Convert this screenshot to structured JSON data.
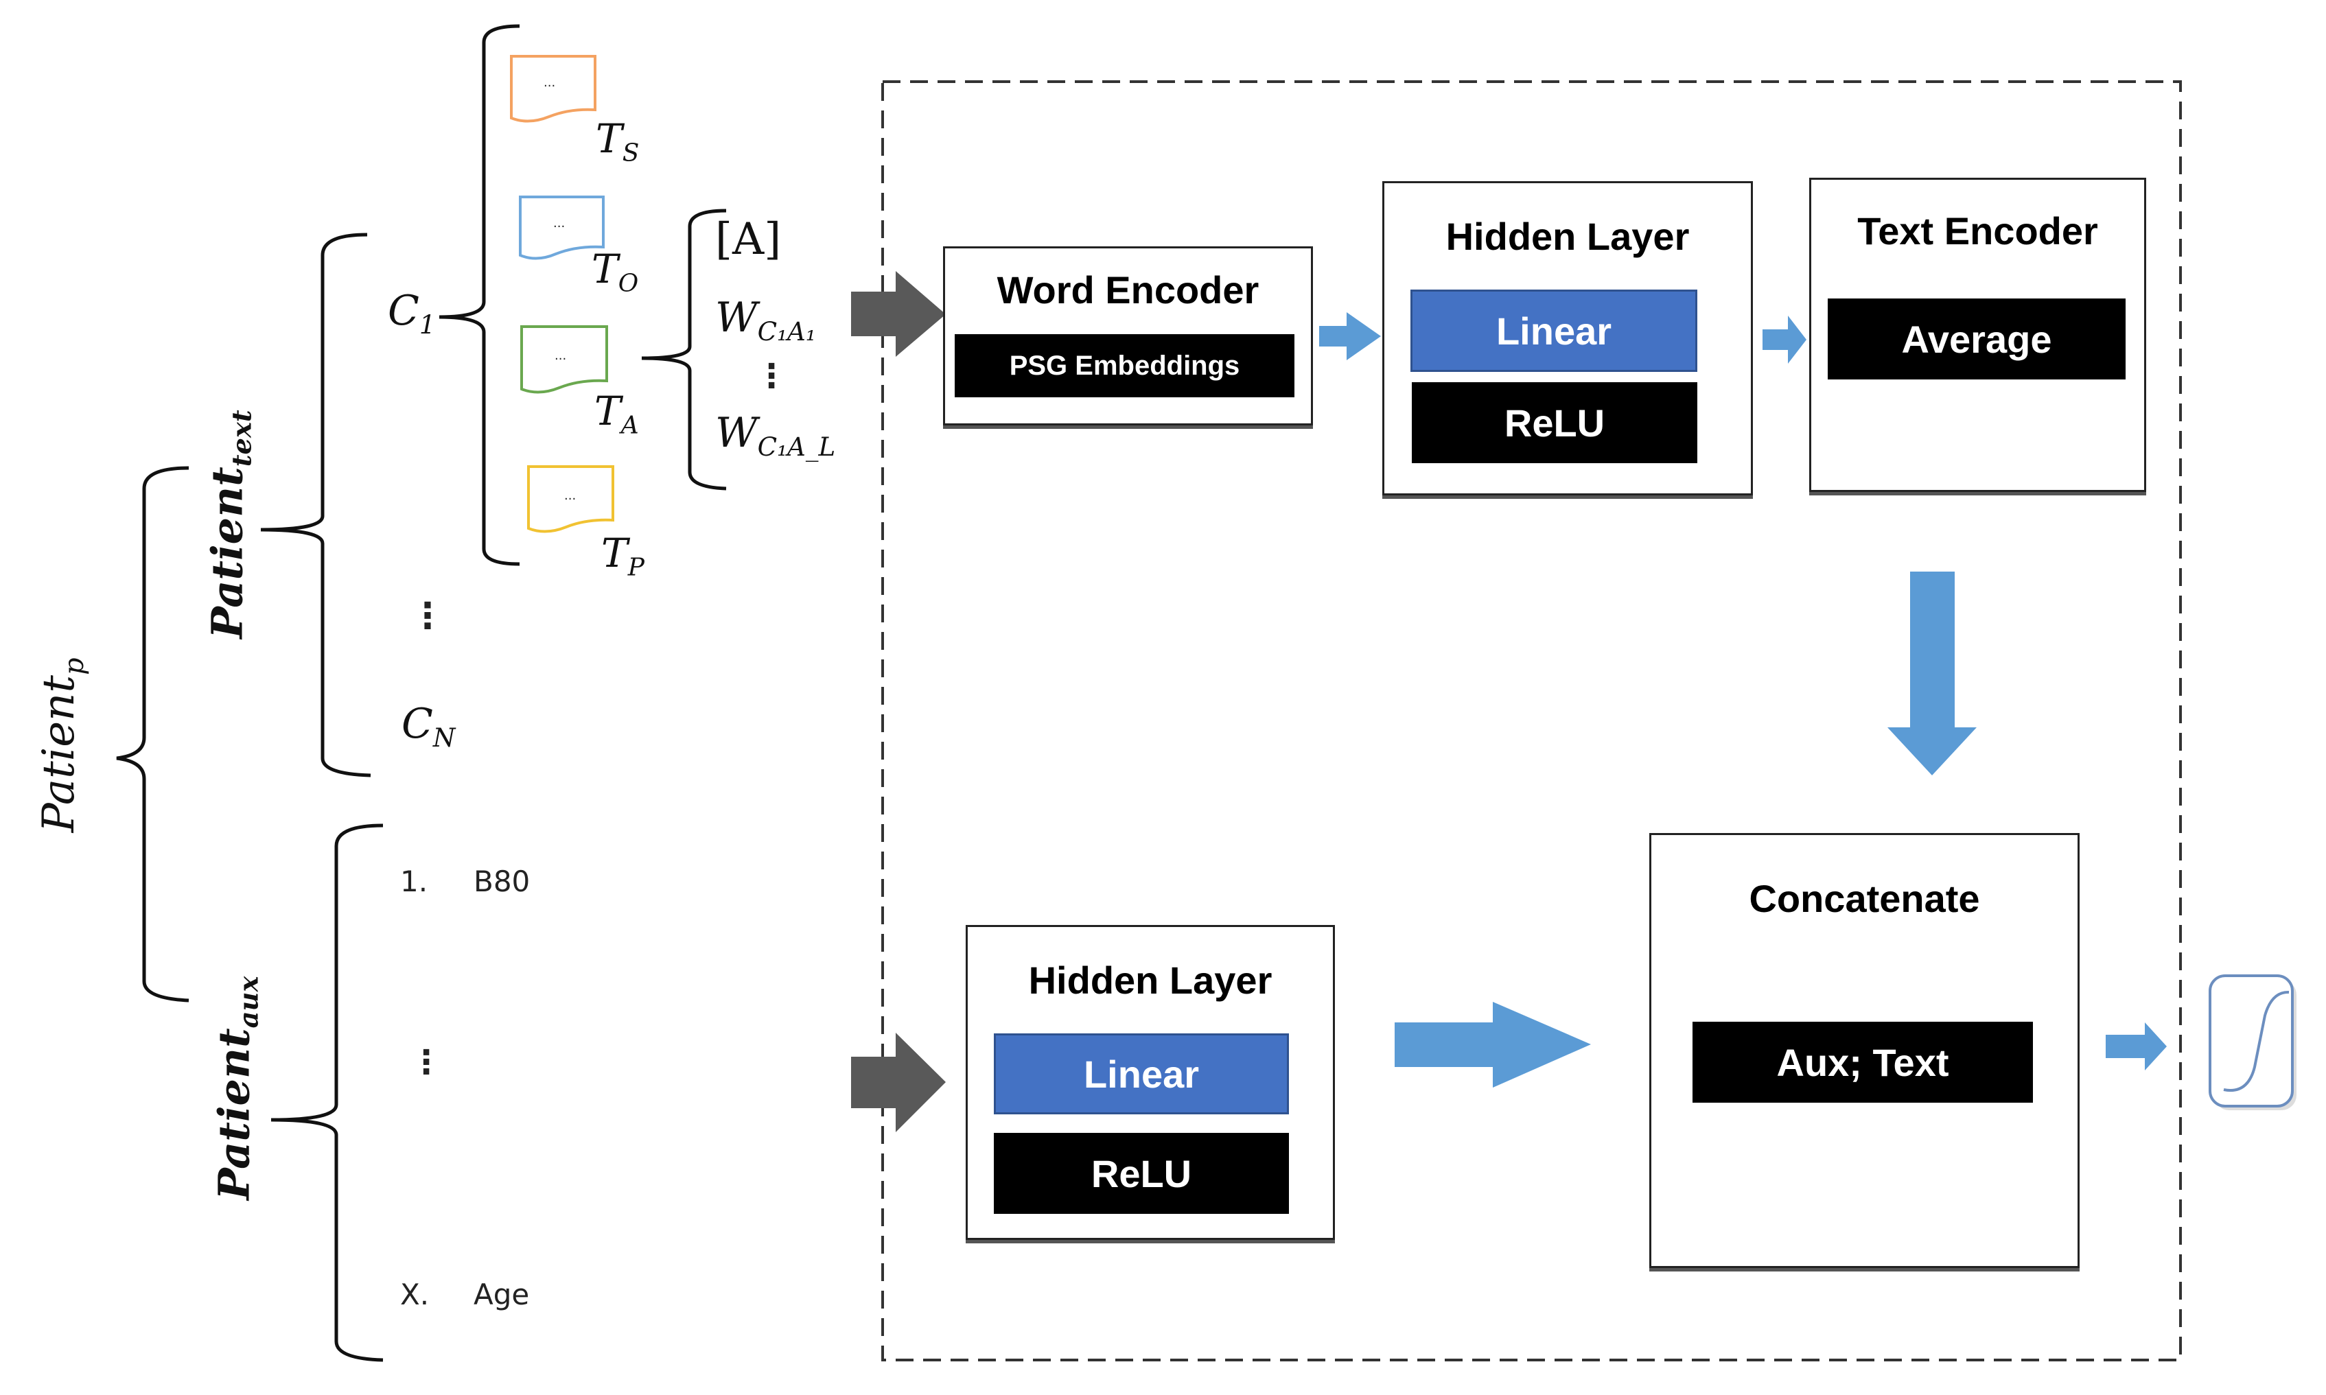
{
  "input_side": {
    "patient_root": {
      "base": "Patient",
      "sub": "p"
    },
    "patient_text": {
      "base": "Patient",
      "sub": "text"
    },
    "patient_aux": {
      "base": "Patient",
      "sub": "aux"
    },
    "concept_first": {
      "base": "C",
      "sub": "1"
    },
    "concept_last": {
      "base": "C",
      "sub": "N"
    },
    "concept_ellipsis": "⋮",
    "documents": [
      {
        "label_base": "T",
        "label_sub": "S",
        "color": "#f4a261",
        "content": "..."
      },
      {
        "label_base": "T",
        "label_sub": "O",
        "color": "#6fa8dc",
        "content": "..."
      },
      {
        "label_base": "T",
        "label_sub": "A",
        "color": "#6aa84f",
        "content": "..."
      },
      {
        "label_base": "T",
        "label_sub": "P",
        "color": "#f1c232",
        "content": "..."
      }
    ],
    "tokens": {
      "first": "[A]",
      "w1_base": "W",
      "w1_sub": "C₁A₁",
      "ellipsis": "⋮",
      "wl_base": "W",
      "wl_sub": "C₁A_L"
    },
    "aux_items": [
      {
        "index": "1.",
        "name": "B80"
      },
      {
        "index": "⋮",
        "name": ""
      },
      {
        "index": "X.",
        "name": "Age"
      }
    ]
  },
  "model": {
    "word_encoder": {
      "title": "Word Encoder",
      "block": "PSG Embeddings"
    },
    "hidden_layer_text": {
      "title": "Hidden Layer",
      "linear": "Linear",
      "activation": "ReLU"
    },
    "text_encoder": {
      "title": "Text Encoder",
      "block": "Average"
    },
    "hidden_layer_aux": {
      "title": "Hidden Layer",
      "linear": "Linear",
      "activation": "ReLU"
    },
    "concatenate": {
      "title": "Concatenate",
      "block": "Aux; Text"
    },
    "output": {
      "icon": "sigmoid-icon"
    }
  },
  "colors": {
    "arrow_blue": "#5b9bd5",
    "arrow_gray": "#595959",
    "linear_blue": "#4472c4",
    "block_black": "#000000",
    "sigmoid_border": "#6c8ebf"
  }
}
